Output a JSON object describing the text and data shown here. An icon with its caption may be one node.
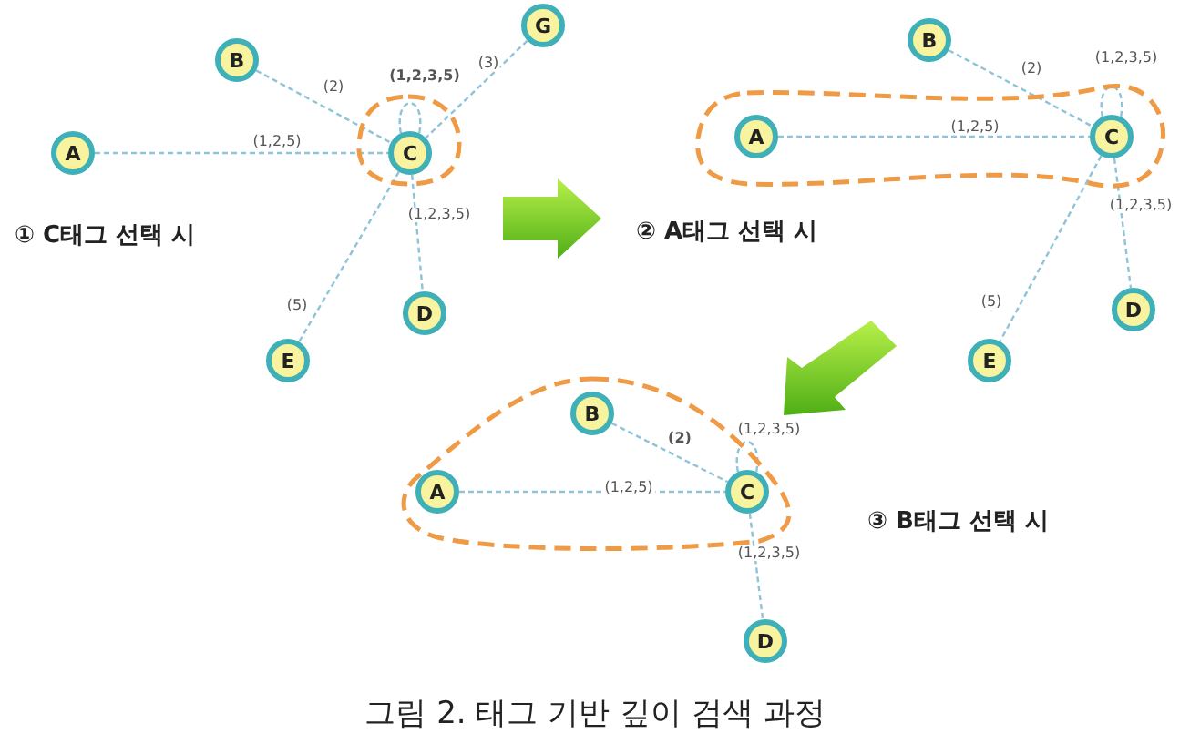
{
  "diagram": {
    "caption": "그림 2. 태그 기반 깊이 검색 과정",
    "nodes": [
      {
        "text": [],
        "shape": "blob"
      },
      {
        "text": [
          "A"
        ]
      },
      {
        "text": [
          "B"
        ]
      },
      {
        "text": [
          "C"
        ],
        "in": 0
      },
      {
        "text": [
          "G"
        ]
      },
      {
        "text": [
          "D"
        ]
      },
      {
        "text": [
          "E"
        ]
      },
      {
        "text": [],
        "shape": "blob"
      },
      {
        "text": [
          "A"
        ],
        "in": 7
      },
      {
        "text": [
          "B"
        ]
      },
      {
        "text": [
          "C"
        ],
        "in": 7
      },
      {
        "text": [
          "D"
        ]
      },
      {
        "text": [
          "E"
        ]
      },
      {
        "text": [],
        "shape": "blob"
      },
      {
        "text": [
          "A"
        ],
        "in": 13
      },
      {
        "text": [
          "B"
        ],
        "in": 13
      },
      {
        "text": [
          "C"
        ],
        "in": 13
      },
      {
        "text": [
          "D"
        ]
      }
    ],
    "edges": [
      {
        "from": 1,
        "to": 3,
        "arrow": "none",
        "label": "(1,2,5)"
      },
      {
        "from": 2,
        "to": 3,
        "arrow": "none",
        "label": "(2)"
      },
      {
        "from": 3,
        "to": 3,
        "arrow": "none",
        "label": "(1,2,3,5)"
      },
      {
        "from": 4,
        "to": 3,
        "arrow": "none",
        "label": "(3)"
      },
      {
        "from": 3,
        "to": 5,
        "arrow": "none",
        "label": "(1,2,3,5)"
      },
      {
        "from": 3,
        "to": 6,
        "arrow": "none",
        "label": "(5)"
      },
      {
        "from": 8,
        "to": 10,
        "arrow": "none",
        "label": "(1,2,5)"
      },
      {
        "from": 9,
        "to": 10,
        "arrow": "none",
        "label": "(2)"
      },
      {
        "from": 10,
        "to": 10,
        "arrow": "none",
        "label": "(1,2,3,5)"
      },
      {
        "from": 10,
        "to": 11,
        "arrow": "none",
        "label": "(1,2,3,5)"
      },
      {
        "from": 10,
        "to": 12,
        "arrow": "none",
        "label": "(5)"
      },
      {
        "from": 14,
        "to": 16,
        "arrow": "none",
        "label": "(1,2,5)"
      },
      {
        "from": 15,
        "to": 16,
        "arrow": "none",
        "label": "(2)"
      },
      {
        "from": 16,
        "to": 16,
        "arrow": "none",
        "label": "(1,2,3,5)"
      },
      {
        "from": 16,
        "to": 17,
        "arrow": "none",
        "label": "(1,2,3,5)"
      }
    ],
    "labels": [
      "① C태그 선택 시",
      "② A태그 선택 시",
      "③ B태그 선택 시"
    ]
  }
}
